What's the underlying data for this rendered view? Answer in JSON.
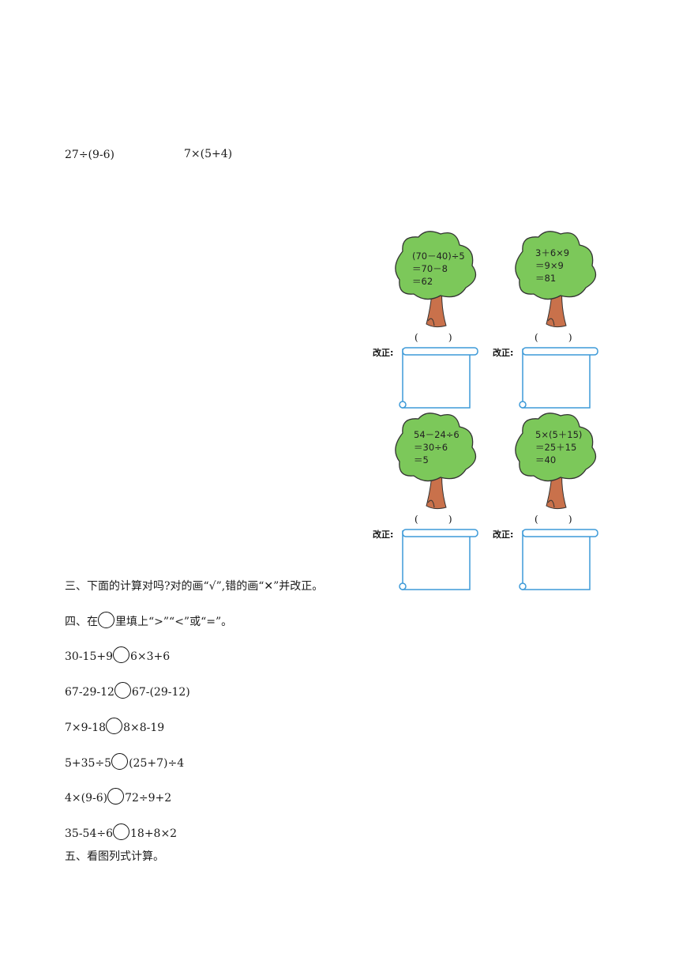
{
  "top_expressions": [
    "27÷(9-6)",
    "7×(5+4)"
  ],
  "section3": {
    "heading": "三、下面的计算对吗?对的画“√”,错的画“✕”并改正。",
    "fix_label": "改正:",
    "paren": "(          )",
    "trees": [
      {
        "lines": [
          "(70－40)÷5",
          "＝70－8",
          "＝62"
        ]
      },
      {
        "lines": [
          "3＋6×9",
          "＝9×9",
          "＝81"
        ]
      },
      {
        "lines": [
          "54－24÷6",
          "＝30÷6",
          "＝5"
        ]
      },
      {
        "lines": [
          "5×(5＋15)",
          "＝25＋15",
          "＝40"
        ]
      }
    ]
  },
  "section4": {
    "heading_pre": "四、在",
    "heading_post": "里填上“>”“<”或“=”。",
    "items": [
      {
        "left": "30-15+9",
        "right": "6×3+6"
      },
      {
        "left": "67-29-12",
        "right": "67-(29-12)"
      },
      {
        "left": "7×9-18",
        "right": "8×8-19"
      },
      {
        "left": "5+35÷5",
        "right": "(25+7)÷4"
      },
      {
        "left": "4×(9-6)",
        "right": "72÷9+2"
      },
      {
        "left": "35-54÷6",
        "right": "18+8×2"
      }
    ]
  },
  "section5": {
    "heading": "五、看图列式计算。"
  },
  "colors": {
    "leaf": "#7cc85a",
    "trunk": "#c9714b",
    "scroll": "#3d9ad8"
  }
}
